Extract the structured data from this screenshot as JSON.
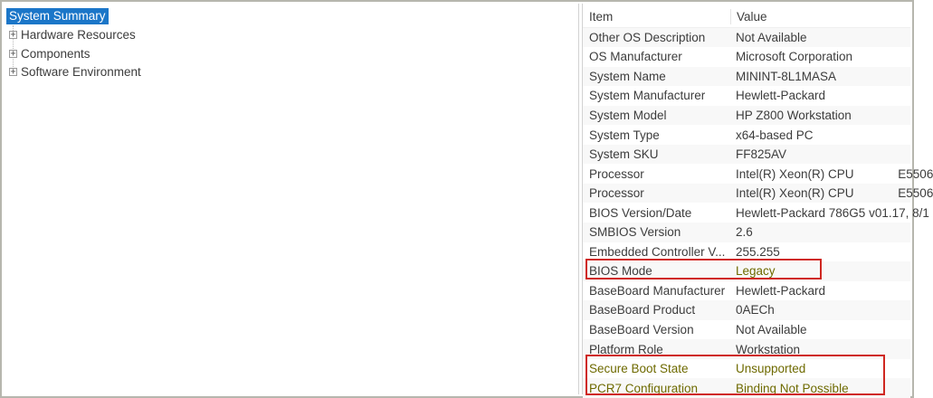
{
  "tree": {
    "selected_item": "System Summary",
    "expander_glyph": "+",
    "items": [
      {
        "label": "System Summary"
      },
      {
        "label": "Hardware Resources"
      },
      {
        "label": "Components"
      },
      {
        "label": "Software Environment"
      }
    ]
  },
  "table": {
    "header": {
      "item": "Item",
      "value": "Value"
    },
    "rows": [
      {
        "item": "Other OS Description",
        "value": "Not Available"
      },
      {
        "item": "OS Manufacturer",
        "value": "Microsoft Corporation"
      },
      {
        "item": "System Name",
        "value": "MININT-8L1MASA"
      },
      {
        "item": "System Manufacturer",
        "value": "Hewlett-Packard"
      },
      {
        "item": "System Model",
        "value": "HP Z800 Workstation"
      },
      {
        "item": "System Type",
        "value": "x64-based PC"
      },
      {
        "item": "System SKU",
        "value": "FF825AV"
      },
      {
        "item": "Processor",
        "value": "Intel(R) Xeon(R) CPU             E5506"
      },
      {
        "item": "Processor",
        "value": "Intel(R) Xeon(R) CPU             E5506"
      },
      {
        "item": "BIOS Version/Date",
        "value": "Hewlett-Packard 786G5 v01.17, 8/1"
      },
      {
        "item": "SMBIOS Version",
        "value": "2.6"
      },
      {
        "item": "Embedded Controller V...",
        "value": "255.255"
      },
      {
        "item": "BIOS Mode",
        "value": "Legacy"
      },
      {
        "item": "BaseBoard Manufacturer",
        "value": "Hewlett-Packard"
      },
      {
        "item": "BaseBoard Product",
        "value": "0AECh"
      },
      {
        "item": "BaseBoard Version",
        "value": "Not Available"
      },
      {
        "item": "Platform Role",
        "value": "Workstation"
      },
      {
        "item": "Secure Boot State",
        "value": "Unsupported"
      },
      {
        "item": "PCR7 Configuration",
        "value": "Binding Not Possible"
      }
    ]
  },
  "annotations": {
    "red_box_color": "#cf2720",
    "highlight_text_color": "#6e6a00",
    "boxed_items": [
      "BIOS Mode",
      "Secure Boot State",
      "PCR7 Configuration"
    ]
  },
  "colors": {
    "selection_background": "#1b76c8",
    "selection_text": "#ffffff",
    "text": "#3c3c3c",
    "panel_border": "#d2d2d2",
    "frame_border": "#b6b6ae"
  }
}
